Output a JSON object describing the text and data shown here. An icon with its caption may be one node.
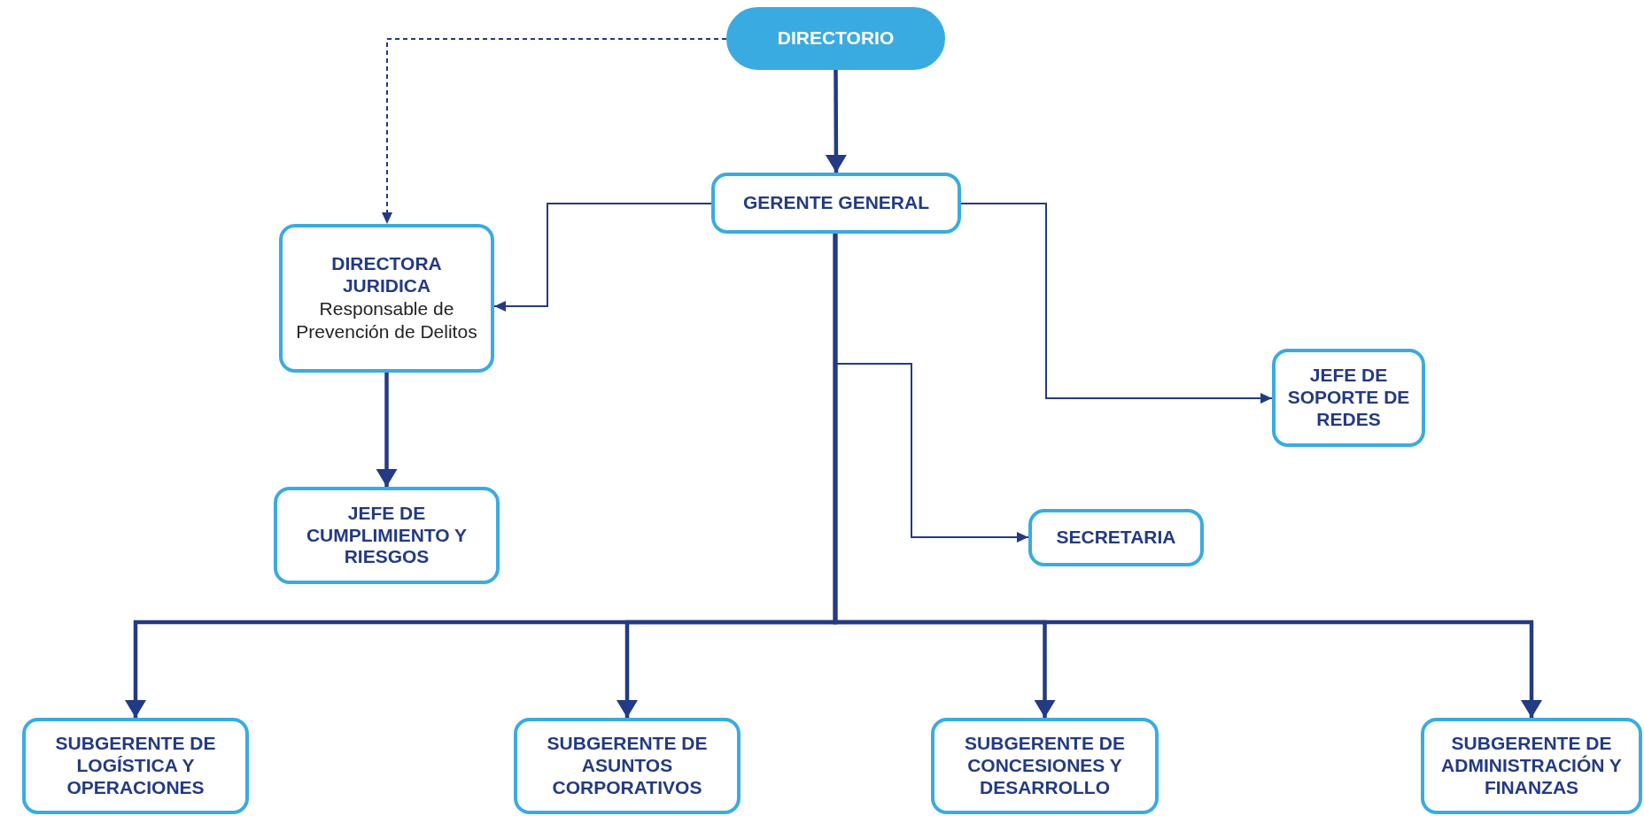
{
  "diagram": {
    "nodes": [
      {
        "text": [
          "DIRECTORIO"
        ]
      },
      {
        "text": [
          "GERENTE GENERAL"
        ]
      },
      {
        "text": [
          "DIRECTORA JURIDICA",
          "Responsable de Prevención de Delitos"
        ]
      },
      {
        "text": [
          "JEFE DE CUMPLIMIENTO Y RIESGOS"
        ]
      },
      {
        "text": [
          "JEFE DE SOPORTE DE REDES"
        ]
      },
      {
        "text": [
          "SECRETARIA"
        ]
      },
      {
        "text": [
          "SUBGERENTE DE LOGÍSTICA Y OPERACIONES"
        ]
      },
      {
        "text": [
          "SUBGERENTE DE ASUNTOS CORPORATIVOS"
        ]
      },
      {
        "text": [
          "SUBGERENTE DE CONCESIONES Y DESARROLLO"
        ]
      },
      {
        "text": [
          "SUBGERENTE DE ADMINISTRACIÓN Y FINANZAS"
        ]
      }
    ],
    "edges": [
      {
        "from": 0,
        "to": 1,
        "arrow": "to"
      },
      {
        "from": 0,
        "to": 2,
        "arrow": "to",
        "style": "dashed"
      },
      {
        "from": 1,
        "to": 2,
        "arrow": "to"
      },
      {
        "from": 1,
        "to": 4,
        "arrow": "to"
      },
      {
        "from": 1,
        "to": 5,
        "arrow": "to"
      },
      {
        "from": 2,
        "to": 3,
        "arrow": "to"
      },
      {
        "from": 1,
        "to": 6,
        "arrow": "to"
      },
      {
        "from": 1,
        "to": 7,
        "arrow": "to"
      },
      {
        "from": 1,
        "to": 8,
        "arrow": "to"
      },
      {
        "from": 1,
        "to": 9,
        "arrow": "to"
      }
    ]
  }
}
